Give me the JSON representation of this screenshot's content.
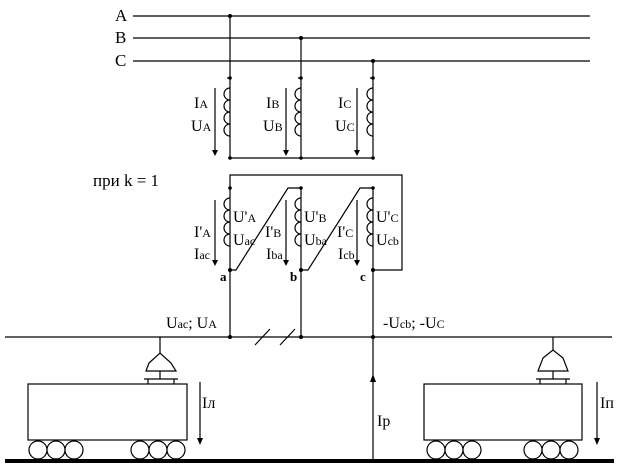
{
  "phases": {
    "a": "A",
    "b": "B",
    "c": "C"
  },
  "primary": [
    {
      "i": "I",
      "i_sub": "A",
      "u": "U",
      "u_sub": "A"
    },
    {
      "i": "I",
      "i_sub": "B",
      "u": "U",
      "u_sub": "B"
    },
    {
      "i": "I",
      "i_sub": "C",
      "u": "U",
      "u_sub": "C"
    }
  ],
  "condition": "при k  = 1",
  "secondary": [
    {
      "i1": "I'",
      "i1_sub": "A",
      "i2": "I",
      "i2_sub": "ac",
      "u1": "U'",
      "u1_sub": "A",
      "u2": "U",
      "u2_sub": "ac",
      "node": "a"
    },
    {
      "i1": "I'",
      "i1_sub": "B",
      "i2": "I",
      "i2_sub": "ba",
      "u1": "U'",
      "u1_sub": "B",
      "u2": "U",
      "u2_sub": "ba",
      "node": "b"
    },
    {
      "i1": "I'",
      "i1_sub": "C",
      "i2": "I",
      "i2_sub": "cb",
      "u1": "U'",
      "u1_sub": "C",
      "u2": "U",
      "u2_sub": "cb",
      "node": "c"
    }
  ],
  "left_section": {
    "u1": "U",
    "u1_sub": "ac",
    "sep": "; ",
    "u2": "U",
    "u2_sub": "A"
  },
  "right_section": {
    "u1": "-U",
    "u1_sub": "cb",
    "sep": "; ",
    "u2": "-U",
    "u2_sub": "C"
  },
  "currents": {
    "left": {
      "main": "I",
      "sub": "л"
    },
    "center": {
      "main": "I",
      "sub": "р"
    },
    "right": {
      "main": "I",
      "sub": "п"
    }
  }
}
